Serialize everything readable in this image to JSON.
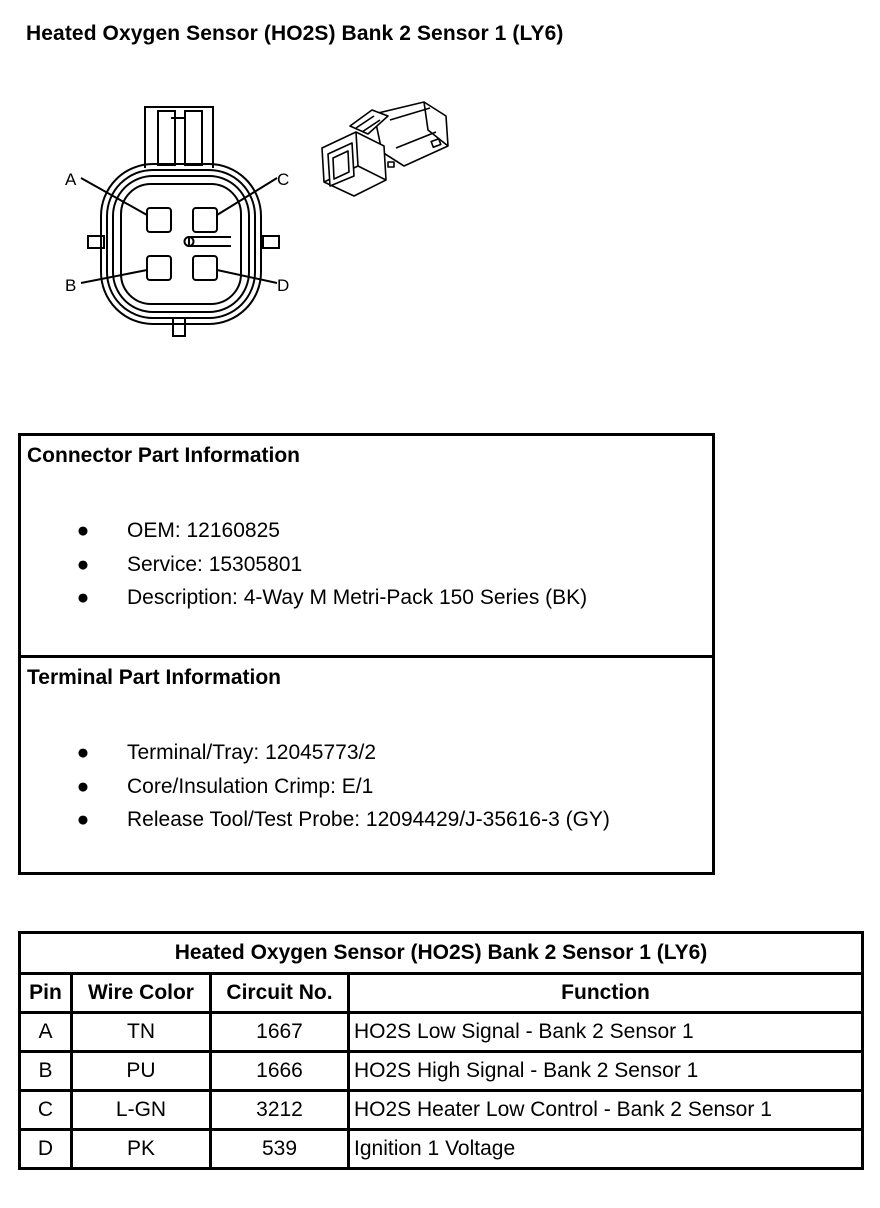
{
  "title": "Heated Oxygen Sensor (HO2S) Bank 2 Sensor 1 (LY6)",
  "diagram": {
    "pin_labels": [
      "A",
      "B",
      "C",
      "D"
    ]
  },
  "connector_info": {
    "heading": "Connector Part Information",
    "items": [
      "OEM: 12160825",
      "Service: 15305801",
      "Description: 4-Way M Metri-Pack 150 Series (BK)"
    ]
  },
  "terminal_info": {
    "heading": "Terminal Part Information",
    "items": [
      "Terminal/Tray: 12045773/2",
      "Core/Insulation Crimp: E/1",
      "Release Tool/Test Probe: 12094429/J-35616-3 (GY)"
    ]
  },
  "pin_table": {
    "caption": "Heated Oxygen Sensor (HO2S) Bank 2 Sensor 1 (LY6)",
    "headers": [
      "Pin",
      "Wire Color",
      "Circuit No.",
      "Function"
    ],
    "rows": [
      [
        "A",
        "TN",
        "1667",
        "HO2S Low Signal - Bank 2 Sensor 1"
      ],
      [
        "B",
        "PU",
        "1666",
        "HO2S High Signal - Bank 2 Sensor 1"
      ],
      [
        "C",
        "L-GN",
        "3212",
        "HO2S Heater Low Control - Bank 2 Sensor 1"
      ],
      [
        "D",
        "PK",
        "539",
        "Ignition 1 Voltage"
      ]
    ]
  },
  "bullet_glyph": "●"
}
